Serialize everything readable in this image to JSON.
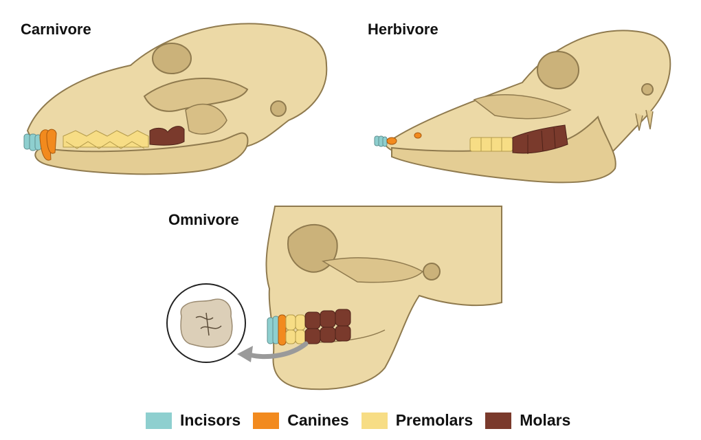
{
  "labels": {
    "carnivore": "Carnivore",
    "herbivore": "Herbivore",
    "omnivore": "Omnivore"
  },
  "legend": [
    {
      "label": "Incisors",
      "color": "#8ecfcf"
    },
    {
      "label": "Canines",
      "color": "#f28a1e"
    },
    {
      "label": "Premolars",
      "color": "#f7dd85"
    },
    {
      "label": "Molars",
      "color": "#7a3a2c"
    }
  ],
  "colors": {
    "bone": "#ecd9a6",
    "bone_shadow": "#cbb27a",
    "outline": "#8f7a4e"
  }
}
